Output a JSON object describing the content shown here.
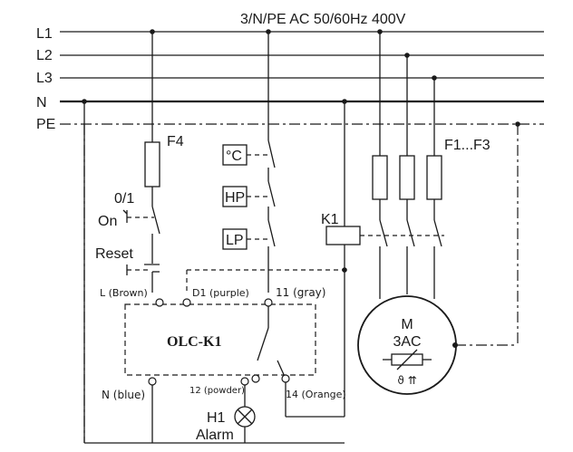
{
  "supply": {
    "label": "3/N/PE AC 50/60Hz 400V"
  },
  "lines": {
    "l1": "L1",
    "l2": "L2",
    "l3": "L3",
    "n": "N",
    "pe": "PE"
  },
  "fuses": {
    "control_fuse": "F4",
    "motor_fuses": "F1...F3"
  },
  "switches": {
    "on_off": "0/1",
    "on": "On",
    "reset": "Reset"
  },
  "sensors": {
    "temperature": "°C",
    "high_pressure": "HP",
    "low_pressure": "LP"
  },
  "contactor": {
    "label": "K1"
  },
  "controller": {
    "name": "OLC-K1",
    "terminal_l": "L (Brown)",
    "terminal_d1": "D1 (purple)",
    "terminal_11": "11 (gray)",
    "terminal_n": "N (blue)",
    "terminal_12": "12 (powder)",
    "terminal_14": "14 (Orange)"
  },
  "motor": {
    "label": "M",
    "type": "3AC",
    "symbols": "ϑ ⇈"
  },
  "alarm": {
    "label": "H1",
    "caption": "Alarm"
  }
}
